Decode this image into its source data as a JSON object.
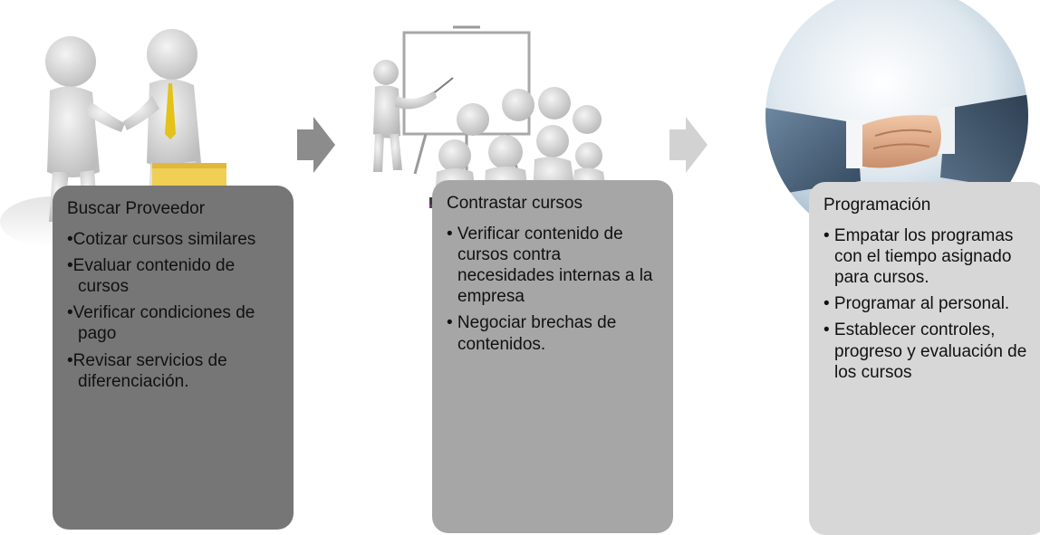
{
  "steps": [
    {
      "title": "Buscar Proveedor",
      "items": [
        "Cotizar cursos similares",
        "Evaluar contenido de cursos",
        "Verificar condiciones de pago",
        "Revisar servicios de diferenciación."
      ],
      "fill": "#767676",
      "illustration": "handshake-figures-icon"
    },
    {
      "title": "Contrastar cursos",
      "items": [
        " Verificar contenido de cursos contra necesidades internas a la empresa",
        " Negociar brechas de contenidos."
      ],
      "fill": "#a6a6a6",
      "illustration": "presentation-audience-icon"
    },
    {
      "title": "Programación",
      "items": [
        " Empatar los programas con el tiempo asignado para cursos.",
        " Programar al personal.",
        " Establecer controles, progreso y evaluación de los cursos"
      ],
      "fill": "#d7d7d7",
      "illustration": "business-handshake-photo-icon"
    }
  ],
  "arrows": [
    {
      "icon": "arrow-right-icon",
      "color": "#8c8c8c"
    },
    {
      "icon": "arrow-right-icon",
      "color": "#d2d2d2"
    }
  ]
}
